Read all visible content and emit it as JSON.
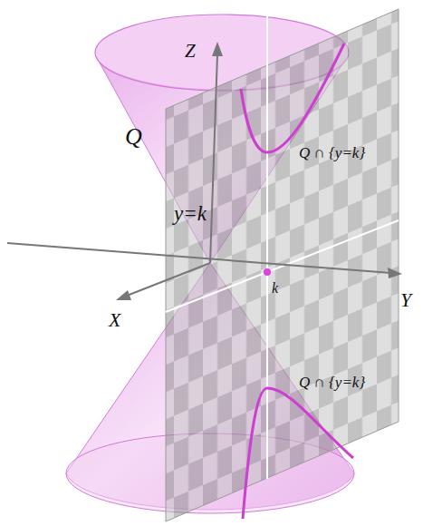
{
  "diagram": {
    "labels": [
      "Z",
      "Q",
      "Q ∩ {y=k}",
      "y=k",
      "k",
      "X",
      "Y",
      "Q ∩ {y=k}"
    ]
  }
}
